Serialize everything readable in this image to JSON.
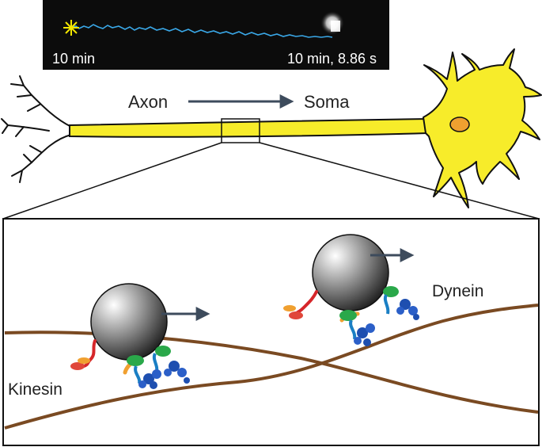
{
  "micrograph": {
    "time_start_label": "10 min",
    "time_end_label": "10 min, 8.86 s",
    "trace_color": "#3aa8e8",
    "start_marker_color": "#f2e600"
  },
  "neuron": {
    "direction_from": "Axon",
    "direction_to": "Soma",
    "body_color": "#f7ec2a",
    "nucleus_color": "#f0a030"
  },
  "motors": {
    "kinesin_label": "Kinesin",
    "dynein_label": "Dynein",
    "microtubule_color": "#7a4a22",
    "cargo_arrow_color": "#3d4b5c"
  }
}
